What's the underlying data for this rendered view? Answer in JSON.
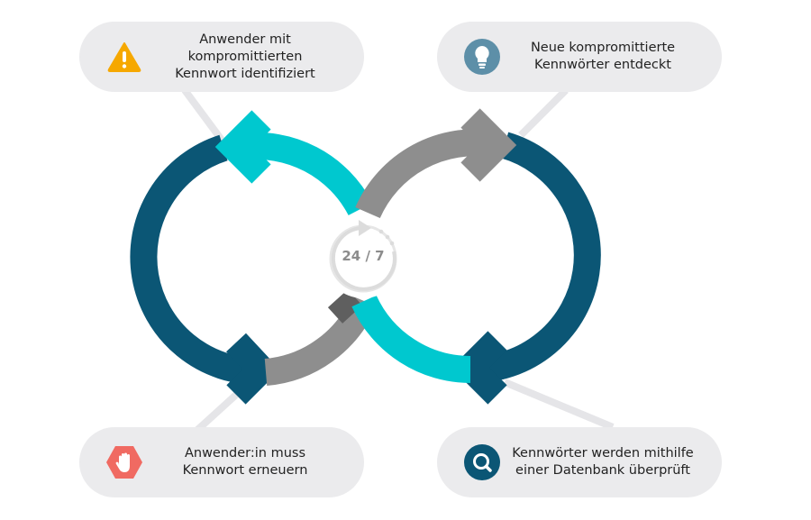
{
  "center": {
    "label": "24 / 7"
  },
  "steps": [
    {
      "id": "tl",
      "icon": "warning-icon",
      "lines": [
        "Anwender mit kompromittierten",
        "Kennwort identifiziert"
      ]
    },
    {
      "id": "tr",
      "icon": "lightbulb-icon",
      "lines": [
        "Neue kompromittierte",
        "Kennwörter entdeckt"
      ]
    },
    {
      "id": "br",
      "icon": "magnifier-icon",
      "lines": [
        "Kennwörter werden mithilfe",
        "einer Datenbank überprüft"
      ]
    },
    {
      "id": "bl",
      "icon": "stop-hand-icon",
      "lines": [
        "Anwender:in muss",
        "Kennwort erneuern"
      ]
    }
  ],
  "colors": {
    "dark_blue": "#0b5675",
    "teal": "#00c8cf",
    "gray": "#8e8e8e",
    "callout_bg": "#ebebed",
    "warning": "#f6a800",
    "lightbulb": "#5d8fa8",
    "stop": "#f06a62"
  }
}
